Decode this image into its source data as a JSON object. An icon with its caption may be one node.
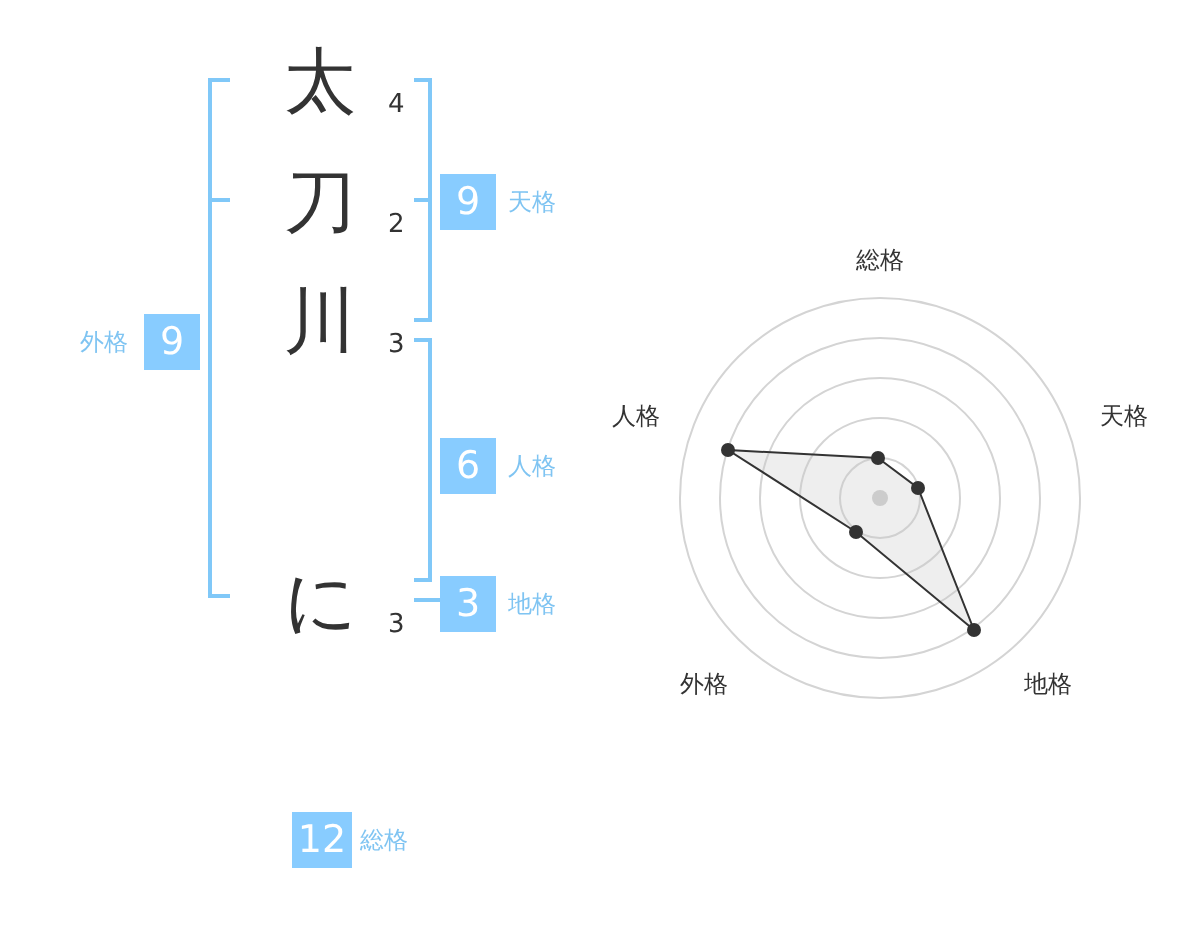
{
  "diagram": {
    "nodes": [
      {
        "text": [
          "9"
        ],
        "beside": [
          "天格"
        ]
      },
      {
        "text": [
          "9"
        ],
        "beside": [
          "外格"
        ]
      },
      {
        "text": [
          "6"
        ],
        "beside": [
          "人格"
        ]
      },
      {
        "text": [
          "3"
        ],
        "beside": [
          "地格"
        ]
      },
      {
        "text": [
          "12"
        ],
        "beside": [
          "総格"
        ]
      }
    ],
    "labels": [
      "太",
      "4",
      "刀",
      "2",
      "川",
      "3",
      "に",
      "3",
      "総格",
      "人格",
      "天格",
      "外格",
      "地格"
    ]
  }
}
